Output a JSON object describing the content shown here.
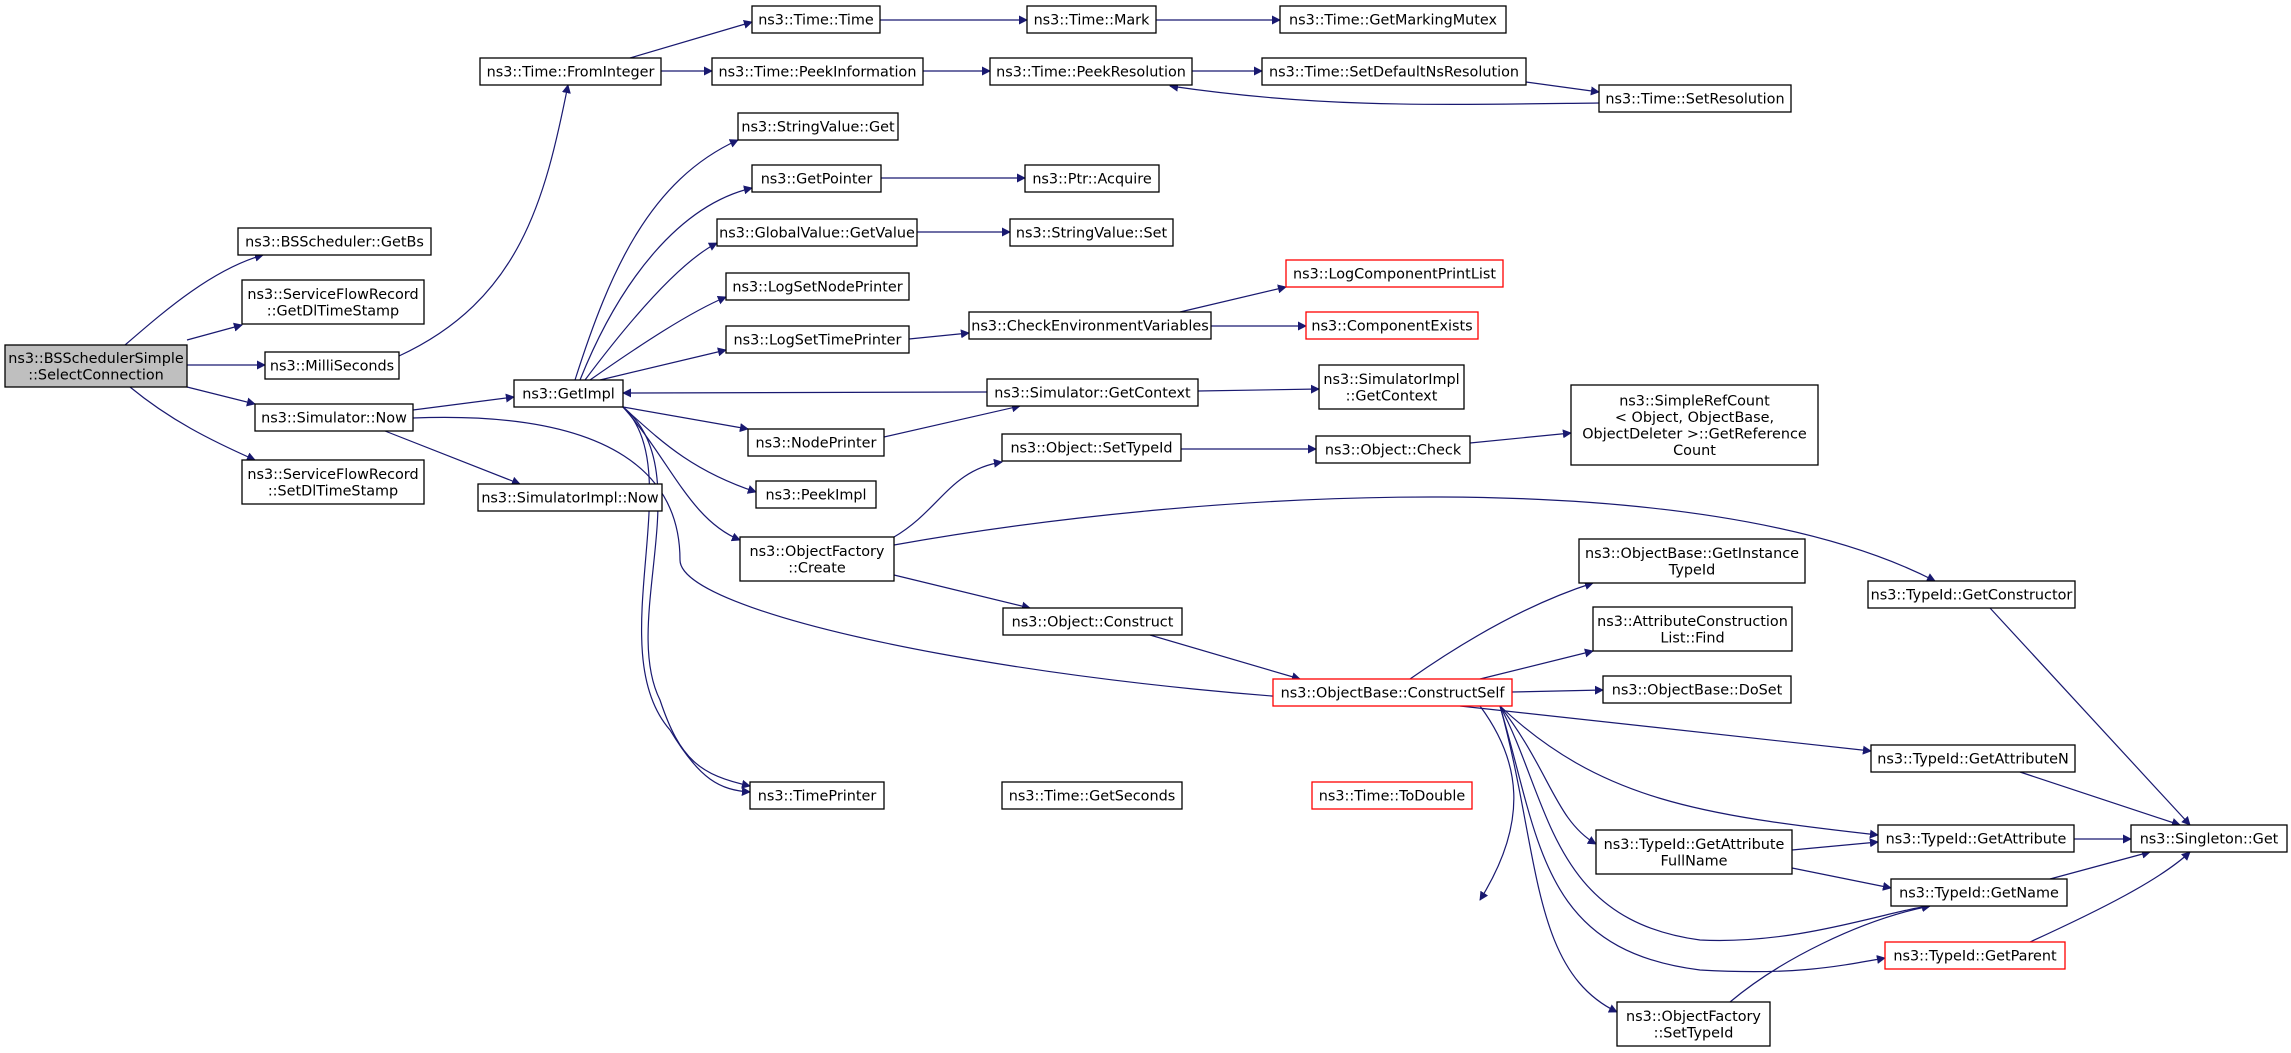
{
  "graph": {
    "title": "ns3::BSSchedulerSimple::SelectConnection call graph",
    "colors": {
      "edge": "#191970",
      "node_border": "#000000",
      "highlight_border": "#ff0000",
      "root_fill": "#bfbfbf",
      "fill": "#ffffff",
      "text": "#000000"
    },
    "nodes": [
      {
        "id": "root",
        "lines": [
          "ns3::BSSchedulerSimple",
          "::SelectConnection"
        ],
        "style": "root"
      },
      {
        "id": "getbs",
        "lines": [
          "ns3::BSScheduler::GetBs"
        ],
        "style": "normal"
      },
      {
        "id": "getdl",
        "lines": [
          "ns3::ServiceFlowRecord",
          "::GetDlTimeStamp"
        ],
        "style": "normal"
      },
      {
        "id": "milli",
        "lines": [
          "ns3::MilliSeconds"
        ],
        "style": "normal"
      },
      {
        "id": "simnow",
        "lines": [
          "ns3::Simulator::Now"
        ],
        "style": "normal"
      },
      {
        "id": "setdl",
        "lines": [
          "ns3::ServiceFlowRecord",
          "::SetDlTimeStamp"
        ],
        "style": "normal"
      },
      {
        "id": "frominteger",
        "lines": [
          "ns3::Time::FromInteger"
        ],
        "style": "normal"
      },
      {
        "id": "getimpl",
        "lines": [
          "ns3::GetImpl"
        ],
        "style": "normal"
      },
      {
        "id": "simimplnow",
        "lines": [
          "ns3::SimulatorImpl::Now"
        ],
        "style": "normal"
      },
      {
        "id": "timetime",
        "lines": [
          "ns3::Time::Time"
        ],
        "style": "normal"
      },
      {
        "id": "peekinfo",
        "lines": [
          "ns3::Time::PeekInformation"
        ],
        "style": "normal"
      },
      {
        "id": "mark",
        "lines": [
          "ns3::Time::Mark"
        ],
        "style": "normal"
      },
      {
        "id": "mutex",
        "lines": [
          "ns3::Time::GetMarkingMutex"
        ],
        "style": "normal"
      },
      {
        "id": "peekres",
        "lines": [
          "ns3::Time::PeekResolution"
        ],
        "style": "normal"
      },
      {
        "id": "setdefns",
        "lines": [
          "ns3::Time::SetDefaultNsResolution"
        ],
        "style": "normal"
      },
      {
        "id": "setres",
        "lines": [
          "ns3::Time::SetResolution"
        ],
        "style": "normal"
      },
      {
        "id": "strget",
        "lines": [
          "ns3::StringValue::Get"
        ],
        "style": "normal"
      },
      {
        "id": "getpointer",
        "lines": [
          "ns3::GetPointer"
        ],
        "style": "normal"
      },
      {
        "id": "acquire",
        "lines": [
          "ns3::Ptr::Acquire"
        ],
        "style": "normal"
      },
      {
        "id": "globalget",
        "lines": [
          "ns3::GlobalValue::GetValue"
        ],
        "style": "normal"
      },
      {
        "id": "strset",
        "lines": [
          "ns3::StringValue::Set"
        ],
        "style": "normal"
      },
      {
        "id": "lognode",
        "lines": [
          "ns3::LogSetNodePrinter"
        ],
        "style": "normal"
      },
      {
        "id": "logtime",
        "lines": [
          "ns3::LogSetTimePrinter"
        ],
        "style": "normal"
      },
      {
        "id": "checkenv",
        "lines": [
          "ns3::CheckEnvironmentVariables"
        ],
        "style": "normal"
      },
      {
        "id": "logcomp",
        "lines": [
          "ns3::LogComponentPrintList"
        ],
        "style": "red"
      },
      {
        "id": "compexists",
        "lines": [
          "ns3::ComponentExists"
        ],
        "style": "red"
      },
      {
        "id": "simgetctx",
        "lines": [
          "ns3::Simulator::GetContext"
        ],
        "style": "normal"
      },
      {
        "id": "simimplctx",
        "lines": [
          "ns3::SimulatorImpl",
          "::GetContext"
        ],
        "style": "normal"
      },
      {
        "id": "nodeprinter",
        "lines": [
          "ns3::NodePrinter"
        ],
        "style": "normal"
      },
      {
        "id": "peekimpl",
        "lines": [
          "ns3::PeekImpl"
        ],
        "style": "normal"
      },
      {
        "id": "objsettype",
        "lines": [
          "ns3::Object::SetTypeId"
        ],
        "style": "normal"
      },
      {
        "id": "objcheck",
        "lines": [
          "ns3::Object::Check"
        ],
        "style": "normal"
      },
      {
        "id": "refcount",
        "lines": [
          "ns3::SimpleRefCount",
          "< Object, ObjectBase,",
          " ObjectDeleter >::GetReference",
          "Count"
        ],
        "style": "normal"
      },
      {
        "id": "factcreate",
        "lines": [
          "ns3::ObjectFactory",
          "::Create"
        ],
        "style": "normal"
      },
      {
        "id": "objconstruct",
        "lines": [
          "ns3::Object::Construct"
        ],
        "style": "normal"
      },
      {
        "id": "getinst",
        "lines": [
          "ns3::ObjectBase::GetInstance",
          "TypeId"
        ],
        "style": "normal"
      },
      {
        "id": "attrfind",
        "lines": [
          "ns3::AttributeConstruction",
          "List::Find"
        ],
        "style": "normal"
      },
      {
        "id": "constructself",
        "lines": [
          "ns3::ObjectBase::ConstructSelf"
        ],
        "style": "red"
      },
      {
        "id": "doset",
        "lines": [
          "ns3::ObjectBase::DoSet"
        ],
        "style": "normal"
      },
      {
        "id": "getctor",
        "lines": [
          "ns3::TypeId::GetConstructor"
        ],
        "style": "normal"
      },
      {
        "id": "getattrn",
        "lines": [
          "ns3::TypeId::GetAttributeN"
        ],
        "style": "normal"
      },
      {
        "id": "timeprinter",
        "lines": [
          "ns3::TimePrinter"
        ],
        "style": "normal"
      },
      {
        "id": "getseconds",
        "lines": [
          "ns3::Time::GetSeconds"
        ],
        "style": "normal"
      },
      {
        "id": "todouble",
        "lines": [
          "ns3::Time::ToDouble"
        ],
        "style": "red"
      },
      {
        "id": "getattrfull",
        "lines": [
          "ns3::TypeId::GetAttribute",
          "FullName"
        ],
        "style": "normal"
      },
      {
        "id": "getattr",
        "lines": [
          "ns3::TypeId::GetAttribute"
        ],
        "style": "normal"
      },
      {
        "id": "singleton",
        "lines": [
          "ns3::Singleton::Get"
        ],
        "style": "normal"
      },
      {
        "id": "getname",
        "lines": [
          "ns3::TypeId::GetName"
        ],
        "style": "normal"
      },
      {
        "id": "getparent",
        "lines": [
          "ns3::TypeId::GetParent"
        ],
        "style": "red"
      },
      {
        "id": "factsettype",
        "lines": [
          "ns3::ObjectFactory",
          "::SetTypeId"
        ],
        "style": "normal"
      }
    ]
  }
}
